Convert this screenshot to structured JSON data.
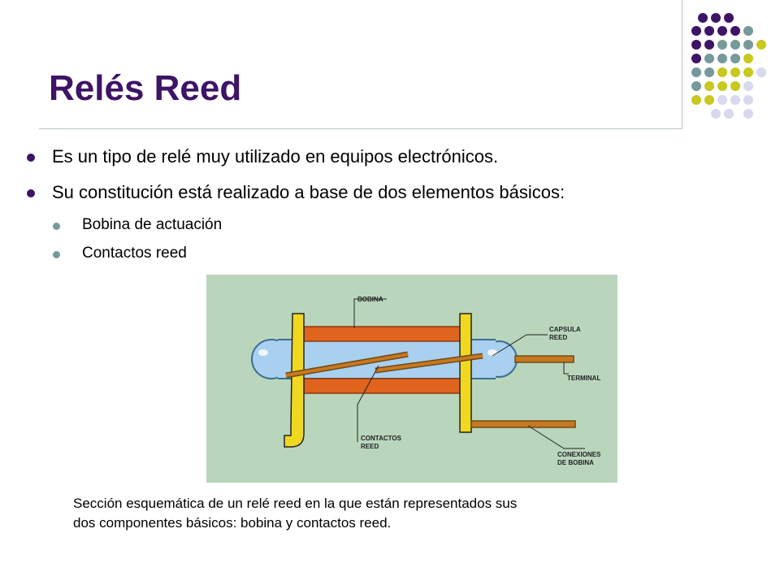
{
  "slide": {
    "title": "Relés Reed",
    "bullets": [
      "Es un tipo de relé muy utilizado en equipos electrónicos.",
      "Su constitución está realizado  a base de dos elementos básicos:"
    ],
    "sub_bullets": [
      "Bobina de actuación",
      "Contactos reed"
    ],
    "caption_lines": [
      "Sección esquemática de un relé reed en la que están representados sus",
      "dos componentes básicos: bobina y contactos reed."
    ]
  },
  "figure": {
    "labels": {
      "bobina": "BOBINA",
      "capsula_1": "CAPSULA",
      "capsula_2": "REED",
      "terminal": "TERMINAL",
      "contactos_1": "CONTACTOS",
      "contactos_2": "REED",
      "conexiones_1": "CONEXIONES",
      "conexiones_2": "DE BOBINA"
    }
  },
  "colors": {
    "title": "#3e1466",
    "dot_purple": "#3e1466",
    "dot_teal": "#76999c",
    "dot_lime": "#c8c81e",
    "dot_lavender": "#d8d8ee",
    "figure_bg": "#b9d6bd",
    "coil": "#e0641e",
    "capsule": "#a9d0ee",
    "bobbin": "#f0d820"
  }
}
